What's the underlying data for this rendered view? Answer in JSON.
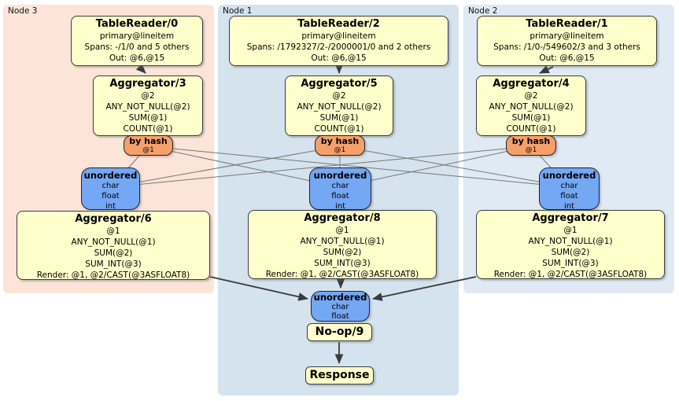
{
  "regions": {
    "node3": {
      "label": "Node 3",
      "tablereader": {
        "title": "TableReader/0",
        "lines": [
          "primary@lineitem",
          "Spans: -/1/0 and 5 others",
          "Out: @6,@15"
        ]
      },
      "aggregator_top": {
        "title": "Aggregator/3",
        "lines": [
          "@2",
          "ANY_NOT_NULL(@2)",
          "SUM(@1)",
          "COUNT(@1)"
        ]
      },
      "by_hash": {
        "title": "by hash",
        "column": "@1"
      },
      "unordered": {
        "title": "unordered",
        "lines": [
          "char",
          "float",
          "int"
        ]
      },
      "aggregator_bottom": {
        "title": "Aggregator/6",
        "lines": [
          "@1",
          "ANY_NOT_NULL(@1)",
          "SUM(@2)",
          "SUM_INT(@3)",
          "Render: @1, @2/CAST(@3ASFLOAT8)"
        ]
      }
    },
    "node1": {
      "label": "Node 1",
      "tablereader": {
        "title": "TableReader/2",
        "lines": [
          "primary@lineitem",
          "Spans: /1792327/2-/2000001/0 and 2 others",
          "Out: @6,@15"
        ]
      },
      "aggregator_top": {
        "title": "Aggregator/5",
        "lines": [
          "@2",
          "ANY_NOT_NULL(@2)",
          "SUM(@1)",
          "COUNT(@1)"
        ]
      },
      "by_hash": {
        "title": "by hash",
        "column": "@1"
      },
      "unordered": {
        "title": "unordered",
        "lines": [
          "char",
          "float",
          "int"
        ]
      },
      "aggregator_bottom": {
        "title": "Aggregator/8",
        "lines": [
          "@1",
          "ANY_NOT_NULL(@1)",
          "SUM(@2)",
          "SUM_INT(@3)",
          "Render: @1, @2/CAST(@3ASFLOAT8)"
        ]
      },
      "unordered_final": {
        "title": "unordered",
        "lines": [
          "char",
          "float"
        ]
      },
      "noop": {
        "title": "No-op/9"
      },
      "response": {
        "title": "Response"
      }
    },
    "node2": {
      "label": "Node 2",
      "tablereader": {
        "title": "TableReader/1",
        "lines": [
          "primary@lineitem",
          "Spans: /1/0-/549602/3 and 3 others",
          "Out: @6,@15"
        ]
      },
      "aggregator_top": {
        "title": "Aggregator/4",
        "lines": [
          "@2",
          "ANY_NOT_NULL(@2)",
          "SUM(@1)",
          "COUNT(@1)"
        ]
      },
      "by_hash": {
        "title": "by hash",
        "column": "@1"
      },
      "unordered": {
        "title": "unordered",
        "lines": [
          "char",
          "float",
          "int"
        ]
      },
      "aggregator_bottom": {
        "title": "Aggregator/7",
        "lines": [
          "@1",
          "ANY_NOT_NULL(@1)",
          "SUM(@2)",
          "SUM_INT(@3)",
          "Render: @1, @2/CAST(@3ASFLOAT8)"
        ]
      }
    }
  },
  "colors": {
    "region_node3_bg": "#fce4d8",
    "region_node1_bg": "#d4e3ee",
    "region_node2_bg": "#dfeaf4",
    "operator_box_bg": "#ffffcb",
    "hash_router_bg": "#f5a06b",
    "unordered_sync_bg": "#74a7f4",
    "edge_thin": "#777777",
    "edge_thick": "#3a3a3a"
  }
}
